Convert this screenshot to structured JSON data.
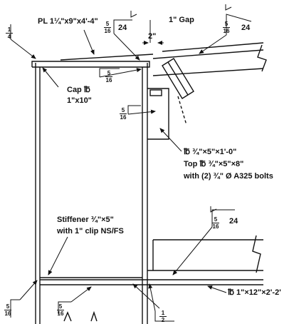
{
  "callouts": {
    "cap_plate_top": "PL 1¼\"x9\"x4'-4\"",
    "gap": "1\" Gap",
    "gap_dim": "2\"",
    "cap_plate_line1": "Cap ℔",
    "cap_plate_line2": "1\"x10\"",
    "plate_small": "℔ ¾\"×5\"×1'-0\"",
    "top_plate_line1": "Top ℔ ¾\"×5\"×8\"",
    "top_plate_line2": "with (2) ¾\" Ø A325 bolts",
    "stiffener_line1": "Stiffener ¾\"×5\"",
    "stiffener_line2": "with 1\" clip NS/FS",
    "bottom_plate": "℔ 1\"×12\"×2'-2'"
  },
  "welds": {
    "w1": {
      "num": "1",
      "den": "4"
    },
    "w2": {
      "num": "5",
      "den": "16",
      "length": "24"
    },
    "w3": {
      "num": "5",
      "den": "16",
      "length": "24"
    },
    "w4": {
      "num": "5",
      "den": "16"
    },
    "w5": {
      "num": "5",
      "den": "16"
    },
    "w6": {
      "num": "5",
      "den": "16",
      "length": "24"
    },
    "w7": {
      "num": "5",
      "den": "16"
    },
    "w8": {
      "num": "5",
      "den": "16"
    },
    "w9": {
      "num": "1",
      "den": "2"
    }
  }
}
